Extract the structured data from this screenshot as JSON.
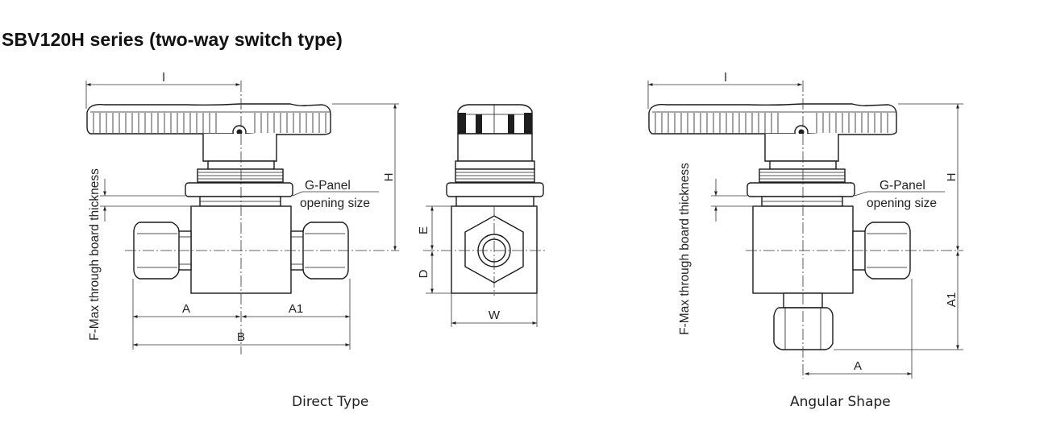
{
  "title": "SBV120H series (two-way switch type)",
  "views": {
    "direct": {
      "caption": "Direct Type",
      "labels": {
        "l": "l",
        "h": "H",
        "g_panel": "G-Panel",
        "opening_size": "opening size",
        "f_max": "F-Max through board thickness",
        "a": "A",
        "a1": "A1",
        "b": "B"
      }
    },
    "side": {
      "labels": {
        "e": "E",
        "d": "D",
        "w": "W"
      }
    },
    "angular": {
      "caption": "Angular Shape",
      "labels": {
        "l": "l",
        "h": "H",
        "g_panel": "G-Panel",
        "opening_size": "opening size",
        "f_max": "F-Max through board thickness",
        "a1": "A1",
        "a": "A"
      }
    }
  }
}
